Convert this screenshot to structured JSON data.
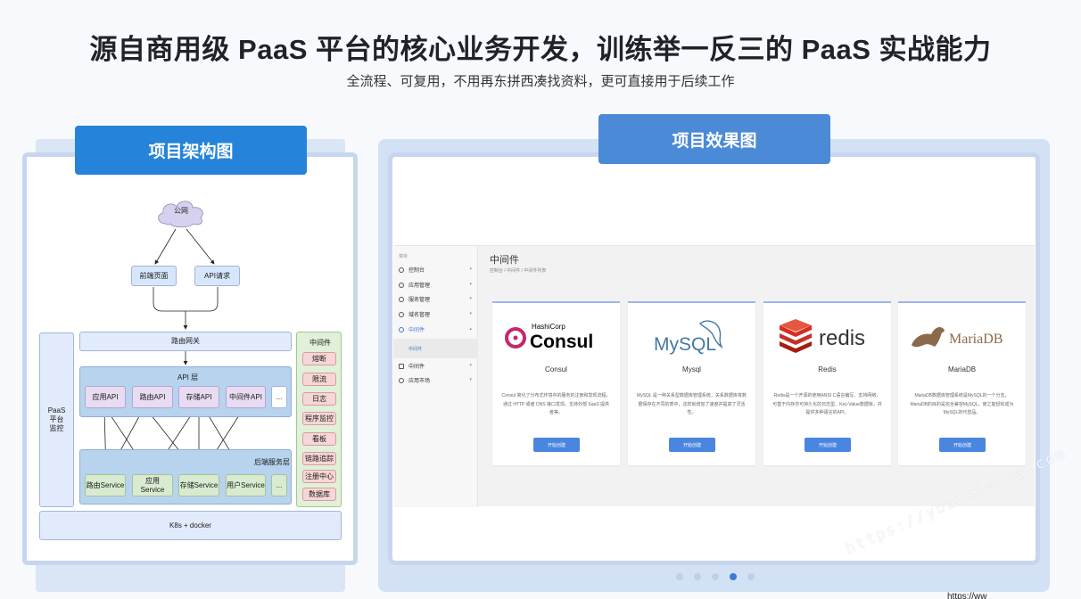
{
  "hero": {
    "title": "源自商用级 PaaS 平台的核心业务开发，训练举一反三的 PaaS 实战能力",
    "subtitle": "全流程、可复用，不用再东拼西凑找资料，更可直接用于后续工作"
  },
  "left_panel": {
    "label": "项目架构图",
    "diagram": {
      "internet": "公网",
      "frontend": "前端页面",
      "api_request": "API请求",
      "gateway": "路由网关",
      "api_layer_title": "API 层",
      "apis": [
        "应用API",
        "路由API",
        "存储API",
        "中间件API",
        "..."
      ],
      "backend_layer_title": "后端服务层",
      "services": [
        "路由Service",
        "应用 Service",
        "存储Service",
        "用户Service",
        "..."
      ],
      "paas_monitor": "PaaS\n平台\n监控",
      "middleware_title": "中间件",
      "middleware_items": [
        "熔断",
        "限流",
        "日志",
        "程序监控",
        "看板",
        "链路追踪",
        "注册中心",
        "数据库"
      ],
      "infra": "K8s + docker"
    }
  },
  "right_panel": {
    "label": "项目效果图",
    "app": {
      "sidebar_head": "菜单",
      "menu": [
        {
          "label": "控制台",
          "active": false
        },
        {
          "label": "应用管理",
          "active": false
        },
        {
          "label": "服务管理",
          "active": false
        },
        {
          "label": "域名管理",
          "active": false
        },
        {
          "label": "中间件",
          "active": true
        },
        {
          "label": "中间件",
          "active": false
        },
        {
          "label": "应用市场",
          "active": false
        }
      ],
      "submenu_item": "中间件",
      "page_title": "中间件",
      "breadcrumb": "控制台 / 中间件 / 中间件列表",
      "cards": [
        {
          "logo": "consul-logo",
          "brand_small": "HashiCorp",
          "brand": "Consul",
          "name": "Consul",
          "desc": "Consul 简化了分布式环境中的服务的注册和发现流程，通过 HTTP 或者 DNS 接口发现。支持外部 SaaS 提供者等。",
          "button": "开始创建"
        },
        {
          "logo": "mysql-logo",
          "brand": "MySQL",
          "name": "Mysql",
          "desc": "MySQL 是一种关系型数据库管理系统，关系数据库将数据保存在不同的表中，这样就增加了速度并提高了灵活性。",
          "button": "开始创建"
        },
        {
          "logo": "redis-logo",
          "brand": "redis",
          "name": "Redis",
          "desc": "Redis是一个开源的使用ANSI C语言编写、支持网络、可基于内存亦可持久化的日志型、Key-Value数据库，并提供多种语言的API。",
          "button": "开始创建"
        },
        {
          "logo": "mariadb-logo",
          "brand": "MariaDB",
          "name": "MariaDB",
          "desc": "MariaDB数据库管理系统是MySQL的一个分支，MariaDB的目的是完全兼容MySQL，使之能轻松成为MySQL的代替品。",
          "button": "开始创建"
        }
      ]
    },
    "carousel_dots": 5,
    "carousel_active": 3
  },
  "watermark": "https://yuansiwang.com",
  "partial_bottom_text": "https://ww"
}
